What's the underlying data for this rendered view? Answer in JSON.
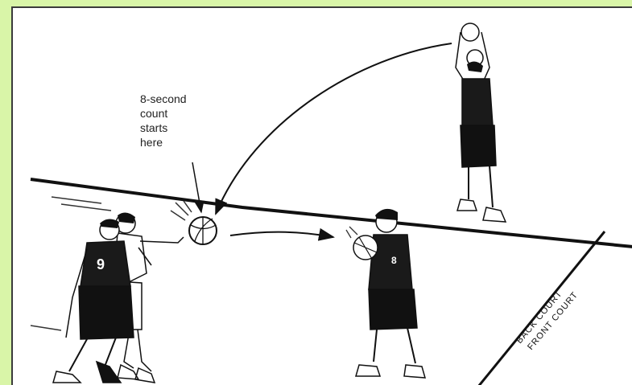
{
  "annotation": {
    "lines": [
      "8-second",
      "count",
      "starts",
      "here"
    ]
  },
  "court_labels": {
    "back": "BACK COURT",
    "front": "FRONT COURT"
  },
  "players": {
    "left_number": "9",
    "right_number": "8"
  }
}
